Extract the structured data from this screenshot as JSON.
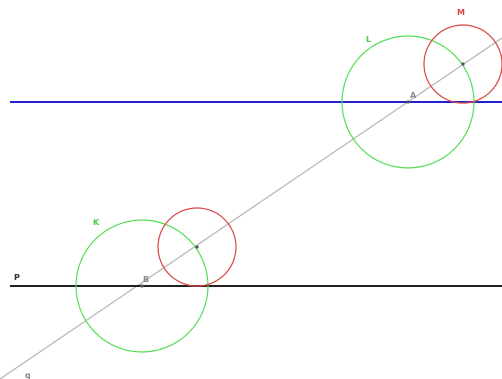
{
  "colors": {
    "line_p": "#222222",
    "line_blue": "#2222cc",
    "line_q": "#b4b4b4",
    "circle_green": "#55dd55",
    "circle_red": "#dd4444",
    "label_green": "#44cc44",
    "label_red": "#dd4444",
    "label_gray": "#888888",
    "label_dark": "#333333",
    "point": "#555555"
  },
  "labels": {
    "p": "P",
    "q": "q",
    "K": "K",
    "L": "L",
    "M": "M",
    "A": "A",
    "B": "B"
  }
}
